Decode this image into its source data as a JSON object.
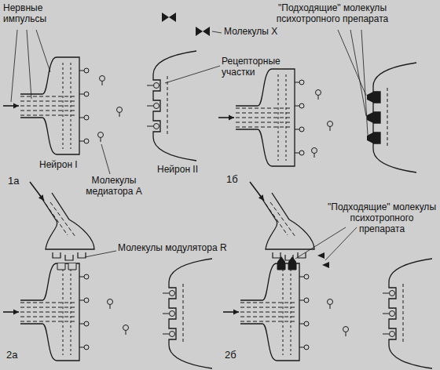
{
  "diagram": {
    "labels": [
      "Нервные импульсы",
      "Молекулы X",
      "Рецепторные участки",
      "Нейрон I",
      "Нейрон II",
      "Молекулы медиатора А",
      "1а",
      "\"Подходящие\" молекулы психотропного препарата",
      "1б",
      "Молекулы модулятора R",
      "2а",
      "\"Подходящие\" молекулы психотропного препарата",
      "2б"
    ]
  }
}
